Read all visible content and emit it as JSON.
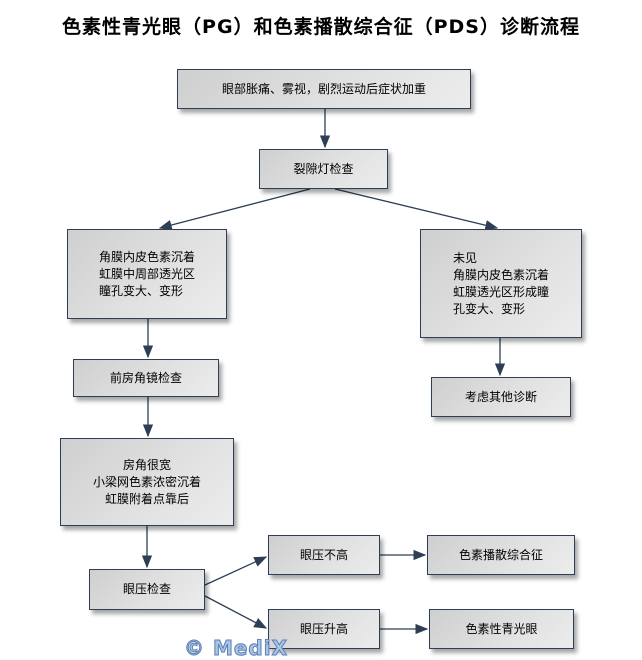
{
  "title": "色素性青光眼（PG）和色素播散综合征（PDS）诊断流程",
  "nodes": {
    "symptoms": "眼部胀痛、雾视，剧烈运动后症状加重",
    "slit_lamp": "裂隙灯检查",
    "findings_positive": "角膜内皮色素沉着\n虹膜中周部透光区\n瞳孔变大、变形",
    "findings_negative": "未见\n角膜内皮色素沉着\n虹膜透光区形成瞳\n孔变大、变形",
    "gonioscopy": "前房角镜检查",
    "other_diagnosis": "考虑其他诊断",
    "gonio_findings": "房角很宽\n小梁网色素浓密沉着\n虹膜附着点靠后",
    "iop_exam": "眼压检查",
    "iop_normal": "眼压不高",
    "iop_elevated": "眼压升高",
    "pds": "色素播散综合征",
    "pg": "色素性青光眼"
  },
  "watermark": "© MediX",
  "colors": {
    "border": "#2e3f55",
    "arrow": "#2e3f55",
    "box_fill": "#dcdcdc"
  }
}
